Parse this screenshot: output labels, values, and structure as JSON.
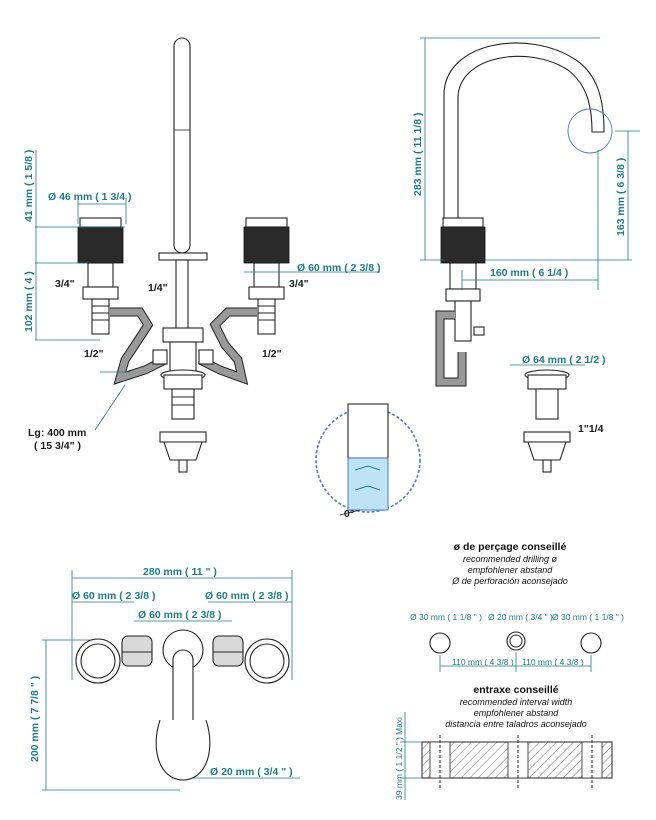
{
  "colors": {
    "dimension": "#1e7a86",
    "line": "#222222",
    "water": "#bfe3f5",
    "circle": "#4a7cc7"
  },
  "front_view": {
    "dim_41": "41 mm ( 1 5/8 )",
    "dim_46": "Ø 46 mm ( 1 3/4 )",
    "dim_102": "102 mm ( 4 )",
    "dim_60": "Ø 60 mm ( 2 3/8 )",
    "thread_left_upper": "3/4\"",
    "thread_right_upper": "3/4\"",
    "thread_center": "1/4\"",
    "thread_left_lower": "1/2\"",
    "thread_right_lower": "1/2\"",
    "hose_length_line1": "Lg: 400 mm",
    "hose_length_line2": "( 15 3/4\" )"
  },
  "side_view": {
    "dim_283": "283 mm ( 11 1/8 )",
    "dim_163": "163 mm ( 6 3/8 )",
    "dim_160": "160 mm ( 6 1/4 )",
    "dim_64": "Ø 64 mm ( 2 1/2 )",
    "thread_drain": "1\"1/4"
  },
  "detail": {
    "angle": "0°"
  },
  "top_view": {
    "dim_280": "280 mm ( 11 \" )",
    "dim_60_left": "Ø 60 mm ( 2 3/8 )",
    "dim_60_right": "Ø 60 mm ( 2 3/8 )",
    "dim_60_center": "Ø 60 mm ( 2 3/8 )",
    "dim_200": "200 mm ( 7 7/8 \" )",
    "dim_20": "Ø 20 mm ( 3/4 \" )"
  },
  "drilling": {
    "title": "ø de perçage conseillé",
    "line_en": "recommended drilling ø",
    "line_de": "empfohlener abstand",
    "line_es": "Ø de perforación aconsejado",
    "hole_left": "Ø 30 mm ( 1 1/8 \" )",
    "hole_center": "Ø 20 mm ( 3/4 \" )",
    "hole_right": "Ø 30 mm ( 1 1/8 \" )",
    "spacing_left": "110 mm ( 4 3/8 )",
    "spacing_right": "110 mm ( 4 3/8 )"
  },
  "interval": {
    "title": "entraxe conseillé",
    "line_en": "recommended interval width",
    "line_de": "empfohlener abstand",
    "line_es": "distancia entre taladros aconsejado",
    "max_label": "Maxi",
    "dim_39": "39 mm ( 1 1/2 \" )"
  }
}
